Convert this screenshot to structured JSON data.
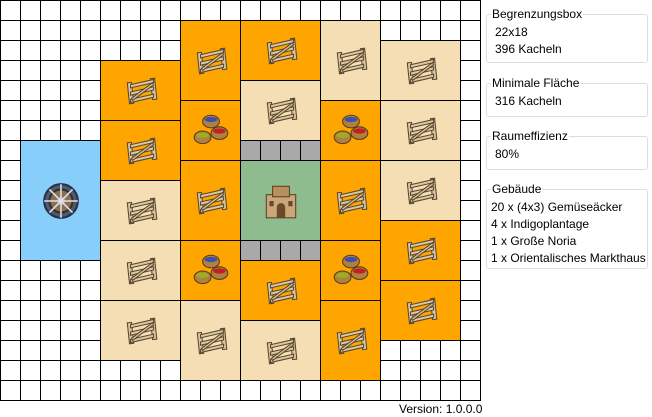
{
  "panels": {
    "bounding_box": {
      "title": "Begrenzungsbox",
      "size": "22x18",
      "tiles": "396 Kacheln"
    },
    "minimal_area": {
      "title": "Minimale Fläche",
      "tiles": "316 Kacheln"
    },
    "space_efficiency": {
      "title": "Raumeffizienz",
      "value": "80%"
    },
    "buildings": {
      "title": "Gebäude",
      "items": [
        "20 x (4x3) Gemüseäcker",
        "4 x Indigoplantage",
        "1 x Große Noria",
        "1 x Orientalisches Markthaus"
      ]
    }
  },
  "version": "Version:  1.0.0.0",
  "colors": {
    "field_orange": "#FFA500",
    "field_tan": "#F5DEB3",
    "noria": "#87CEFA",
    "market": "#8FBC8F",
    "road": "#A9A9A9"
  },
  "icons": {
    "field": "fence-icon",
    "indigo": "dye-pots-icon",
    "noria": "water-wheel-icon",
    "market": "market-house-icon"
  }
}
